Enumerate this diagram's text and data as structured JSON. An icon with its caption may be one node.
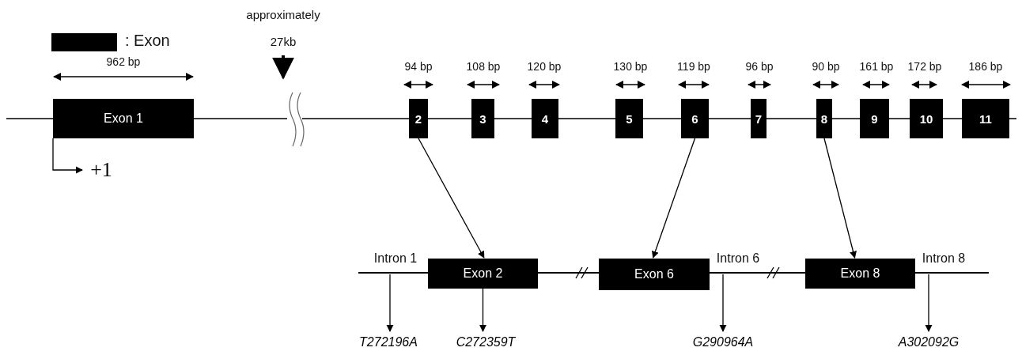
{
  "diagram": {
    "nodes": [
      {
        "text": [
          "Exon 1"
        ]
      },
      {
        "text": [
          "2"
        ]
      },
      {
        "text": [
          "3"
        ]
      },
      {
        "text": [
          "4"
        ]
      },
      {
        "text": [
          "5"
        ]
      },
      {
        "text": [
          "6"
        ]
      },
      {
        "text": [
          "7"
        ]
      },
      {
        "text": [
          "8"
        ]
      },
      {
        "text": [
          "9"
        ]
      },
      {
        "text": [
          "10"
        ]
      },
      {
        "text": [
          "11"
        ]
      },
      {
        "text": [
          "Exon 2"
        ]
      },
      {
        "text": [
          "Exon 6"
        ]
      },
      {
        "text": [
          "Exon 8"
        ]
      },
      {
        "text": [
          "+1"
        ]
      },
      {
        "text": [
          "T272196A"
        ]
      },
      {
        "text": [
          "C272359T"
        ]
      },
      {
        "text": [
          "G290964A"
        ]
      },
      {
        "text": [
          "A302092G"
        ]
      }
    ],
    "edges": [
      {
        "from": 0,
        "to": 14,
        "arrow": "to"
      },
      {
        "from": 1,
        "to": 11,
        "arrow": "to"
      },
      {
        "from": 5,
        "to": 12,
        "arrow": "to"
      },
      {
        "from": 7,
        "to": 13,
        "arrow": "to"
      },
      {
        "from": null,
        "to": 15,
        "arrow": "to"
      },
      {
        "from": 11,
        "to": 16,
        "arrow": "to"
      },
      {
        "from": null,
        "to": 17,
        "arrow": "to"
      },
      {
        "from": null,
        "to": 18,
        "arrow": "to"
      }
    ],
    "labels": [
      "approximately 27kb",
      "962 bp",
      "94 bp",
      "108 bp",
      "120 bp",
      "130 bp",
      "119 bp",
      "96 bp",
      "90 bp",
      "161 bp",
      "172 bp",
      "186 bp",
      "Intron 1",
      "Intron 6",
      "Intron 8"
    ],
    "legend": [
      {
        "text": ": Exon",
        "color": "#000000"
      }
    ]
  }
}
